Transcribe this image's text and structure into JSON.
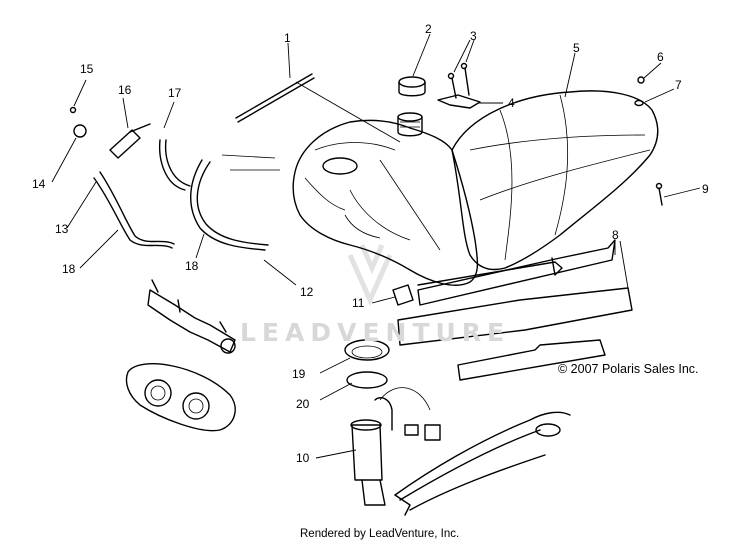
{
  "copyright": "© 2007 Polaris Sales Inc.",
  "footer": "Rendered by LeadVenture, Inc.",
  "watermark": "LEADVENTURE",
  "callouts": [
    "1",
    "2",
    "3",
    "4",
    "5",
    "6",
    "7",
    "8",
    "9",
    "10",
    "11",
    "12",
    "13",
    "14",
    "15",
    "16",
    "17",
    "18",
    "18",
    "19",
    "20"
  ]
}
